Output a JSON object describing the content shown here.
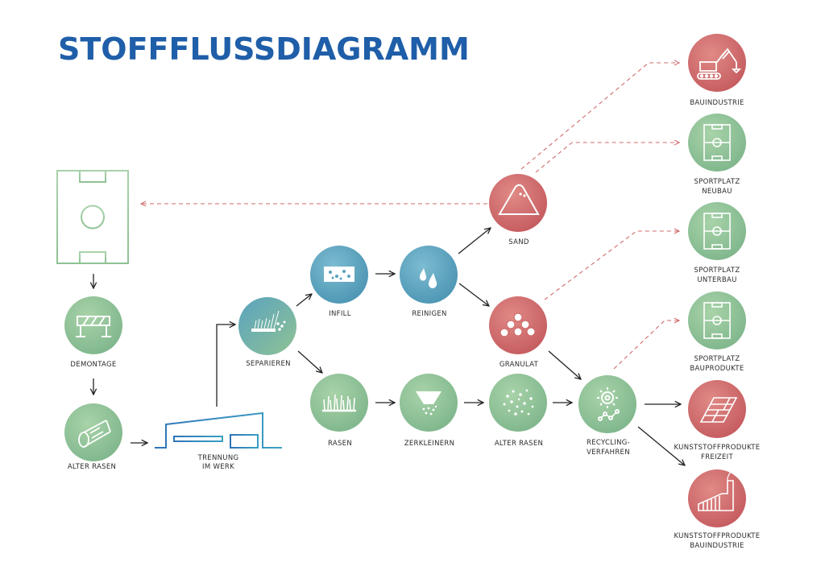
{
  "title": "STOFFFLUSSDIAGRAMM",
  "colors": {
    "title": "#1f5ea8",
    "green": "#8fc294",
    "blue": "#5aa3bf",
    "red": "#cf6b6b",
    "dashed": "#cf6b6b",
    "arrow": "#222222"
  },
  "nodes": {
    "demontage": {
      "label": "DEMONTAGE",
      "icon": "barrier-icon"
    },
    "alter_rasen_1": {
      "label": "ALTER RASEN",
      "icon": "turf-roll-icon"
    },
    "trennung": {
      "line1": "TRENNUNG",
      "line2": "IM WERK",
      "icon": "factory-icon"
    },
    "separieren": {
      "label": "SEPARIEREN",
      "icon": "separation-icon"
    },
    "infill": {
      "label": "INFILL",
      "icon": "infill-icon"
    },
    "reinigen": {
      "label": "REINIGEN",
      "icon": "water-drops-icon"
    },
    "sand": {
      "label": "SAND",
      "icon": "sand-pile-icon"
    },
    "granulat": {
      "label": "GRANULAT",
      "icon": "granules-icon"
    },
    "rasen": {
      "label": "RASEN",
      "icon": "grass-icon"
    },
    "zerkleinern": {
      "label": "ZERKLEINERN",
      "icon": "shredder-icon"
    },
    "alter_rasen_2": {
      "label": "ALTER RASEN",
      "icon": "particles-icon"
    },
    "recycling": {
      "line1": "RECYCLING-",
      "line2": "VERFAHREN",
      "icon": "gear-icon"
    },
    "bauindustrie": {
      "label": "BAUINDUSTRIE",
      "icon": "excavator-icon"
    },
    "sp_neubau": {
      "line1": "SPORTPLATZ",
      "line2": "NEUBAU",
      "icon": "field-icon"
    },
    "sp_unterbau": {
      "line1": "SPORTPLATZ",
      "line2": "UNTERBAU",
      "icon": "field-icon"
    },
    "sp_bauprodukte": {
      "line1": "SPORTPLATZ",
      "line2": "BAUPRODUKTE",
      "icon": "field-icon"
    },
    "kp_freizeit": {
      "line1": "KUNSTSTOFFPRODUKTE",
      "line2": "FREIZEIT",
      "icon": "tiles-icon"
    },
    "kp_bauindustrie": {
      "line1": "KUNSTSTOFFPRODUKTE",
      "line2": "BAUINDUSTRIE",
      "icon": "industry-icon"
    }
  }
}
